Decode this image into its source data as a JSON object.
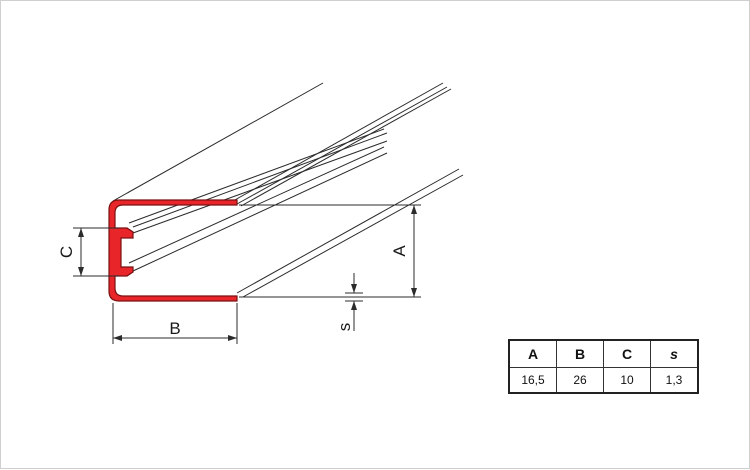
{
  "dimension_labels": {
    "a": "A",
    "b": "B",
    "c": "C",
    "s": "s"
  },
  "spec_table": {
    "headers": [
      "A",
      "B",
      "C",
      "s"
    ],
    "values": [
      "16,5",
      "26",
      "10",
      "1,3"
    ]
  },
  "colors": {
    "profile_fill": "#e8262a",
    "profile_outline": "#7a1010",
    "line": "#2b2b2b"
  }
}
